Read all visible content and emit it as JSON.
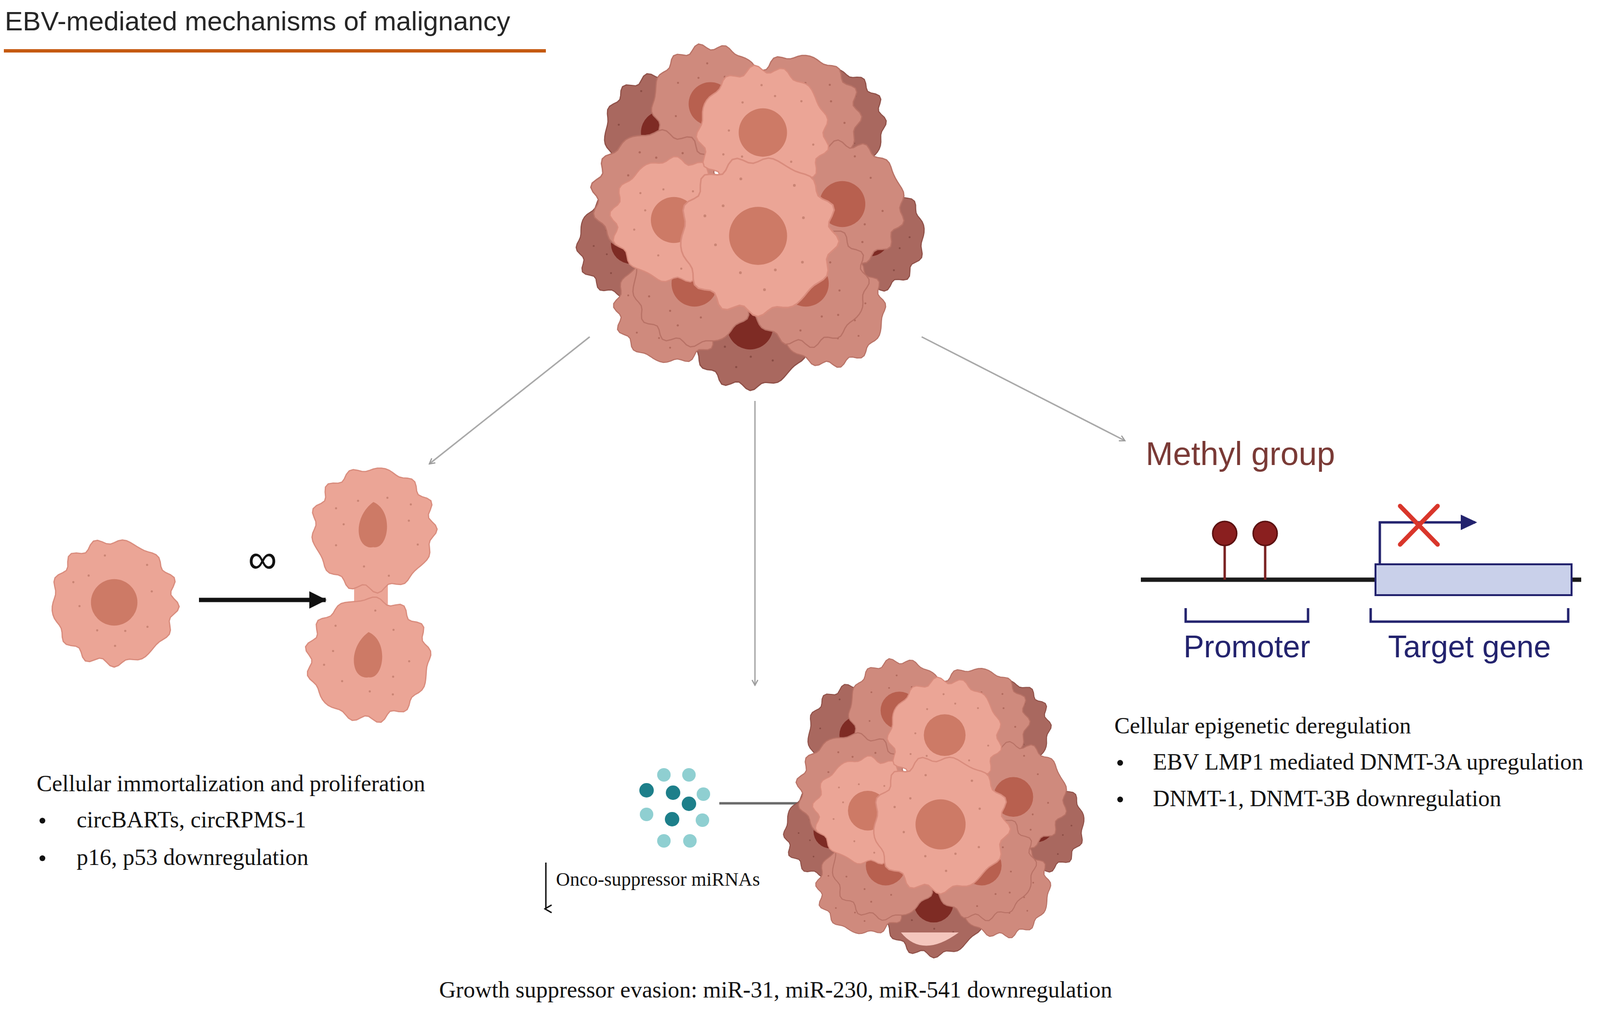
{
  "diagram": {
    "title": "EBV-mediated mechanisms of malignancy",
    "labels": [
      "∞",
      "Cellular immortalization and proliferation",
      "circBARTs, circRPMS-1",
      "p16, p53 downregulation",
      "Onco-suppressor miRNAs",
      "Growth suppressor evasion: miR-31, miR-230, miR-541 downregulation",
      "Methyl group",
      "Promoter",
      "Target gene",
      "Cellular epigenetic deregulation",
      "EBV LMP1 mediated DNMT-3A upregulation",
      "DNMT-1, DNMT-3B downregulation"
    ]
  }
}
